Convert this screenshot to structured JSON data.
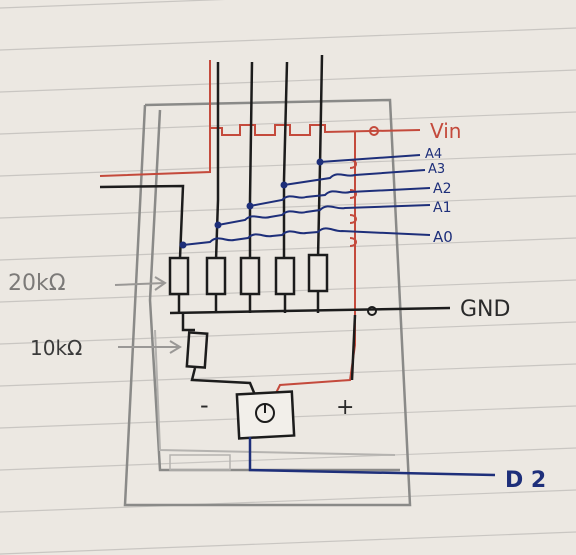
{
  "labels": {
    "vin": "Vin",
    "a4": "A4",
    "a3": "A3",
    "a2": "A2",
    "a1": "A1",
    "a0": "A0",
    "gnd": "GND",
    "d2": "D 2",
    "r_top": "20kΩ",
    "r_bottom": "10kΩ",
    "minus": "-",
    "plus": "+"
  },
  "colors": {
    "paper": "#ece8e2",
    "rule_line": "#c9c6c2",
    "pencil": "#8a8a88",
    "black_ink": "#1c1c1c",
    "blue_ink": "#1e2f7a",
    "red_ink": "#c44a3c"
  }
}
